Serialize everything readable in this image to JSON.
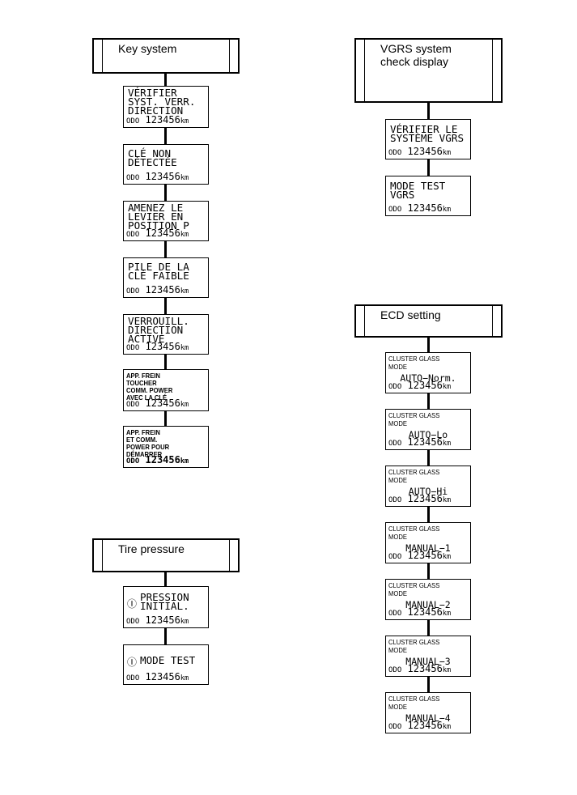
{
  "odometer": {
    "label": "ODO",
    "value": "123456",
    "unit": "km"
  },
  "tire_icon": "tire-pressure-warning-icon",
  "sections": {
    "key_system": {
      "title": "Key system",
      "screens": [
        {
          "lines": "VÉRIFIER\nSYST. VERR.\nDIRECTION"
        },
        {
          "lines": "CLÉ NON\nDÉTECTÉE"
        },
        {
          "lines": "AMENEZ LE\nLEVIER EN\nPOSITION P"
        },
        {
          "lines": "PILE DE LA\nCLÉ FAIBLE"
        },
        {
          "lines": "VERROUILL.\nDIRECTION\nACTIVÉ"
        },
        {
          "lines": "APP. FREIN\nTOUCHER\nCOMM. POWER\nAVEC LA CLÉ"
        },
        {
          "lines": "APP. FREIN\nET COMM.\nPOWER POUR\nDÉMARRER"
        }
      ]
    },
    "tire_pressure": {
      "title": "Tire pressure",
      "screens": [
        {
          "lines": "PRESSION\nINITIAL."
        },
        {
          "lines": "MODE TEST"
        }
      ]
    },
    "vgrs": {
      "title": "VGRS system\ncheck display",
      "screens": [
        {
          "lines": "VÉRIFIER LE\nSYSTÈME VGRS"
        },
        {
          "lines": "MODE TEST\nVGRS"
        }
      ]
    },
    "ecd": {
      "title": "ECD setting",
      "screen_heading": "CLUSTER GLASS\nMODE",
      "screens": [
        {
          "mode": "AUTO−Norm."
        },
        {
          "mode": "AUTO−Lo"
        },
        {
          "mode": "AUTO−Hi"
        },
        {
          "mode": "MANUAL−1"
        },
        {
          "mode": "MANUAL−2"
        },
        {
          "mode": "MANUAL−3"
        },
        {
          "mode": "MANUAL−4"
        }
      ]
    }
  }
}
